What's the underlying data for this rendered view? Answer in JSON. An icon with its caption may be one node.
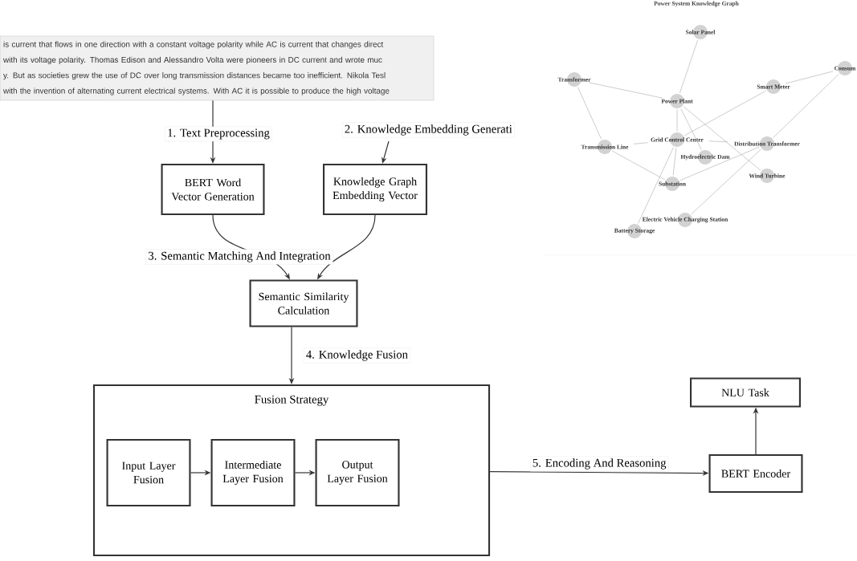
{
  "diagram": {
    "nodes": [
      {
        "text": [
          "is current that flows in one direction with a constant voltage polarity while AC is current that changes direct",
          "with its voltage polarity. Thomas Edison and Alessandro Volta were pioneers in DC current and wrote muc",
          "y. But as societies grew the use of DC over long transmission distances became too inefficient. Nikola Tesl",
          "with the invention of alternating current electrical systems. With AC it is possible to produce the high voltage"
        ]
      },
      {
        "text": [
          "BERT Word Vector Generation"
        ]
      },
      {
        "text": [
          "Knowledge Graph Embedding Vector"
        ]
      },
      {
        "text": [
          "Semantic Similarity Calculation"
        ]
      },
      {
        "text": [
          "Fusion Strategy"
        ]
      },
      {
        "text": [
          "Input Layer Fusion"
        ],
        "in": 4
      },
      {
        "text": [
          "Intermediate Layer Fusion"
        ],
        "in": 4
      },
      {
        "text": [
          "Output Layer Fusion"
        ],
        "in": 4
      },
      {
        "text": [
          "BERT Encoder"
        ]
      },
      {
        "text": [
          "NLU Task"
        ]
      },
      {
        "text": [
          "Solar Panel"
        ]
      },
      {
        "text": [
          "Transformer"
        ]
      },
      {
        "text": [
          "Power Plant"
        ]
      },
      {
        "text": [
          "Smart Meter"
        ]
      },
      {
        "text": [
          "Consum"
        ]
      },
      {
        "text": [
          "Transmission Line"
        ]
      },
      {
        "text": [
          "Grid Control Center"
        ]
      },
      {
        "text": [
          "Distribution Transformer"
        ]
      },
      {
        "text": [
          "Hydroelectric Dam"
        ]
      },
      {
        "text": [
          "Substation"
        ]
      },
      {
        "text": [
          "Wind Turbine"
        ]
      },
      {
        "text": [
          "Electric Vehicle Charging Station"
        ]
      },
      {
        "text": [
          "Battery Storage"
        ]
      }
    ],
    "edges": [
      {
        "from": 0,
        "to": 1,
        "arrow": "to",
        "label": "1. Text Preprocessing",
        "color": "#333333"
      },
      {
        "from": null,
        "to": 2,
        "arrow": "to",
        "label": "2. Knowledge Embedding Generati",
        "color": "#333333"
      },
      {
        "from": 1,
        "to": 3,
        "arrow": "to",
        "label": "3. Semantic Matching And Integration",
        "color": "#333333"
      },
      {
        "from": 2,
        "to": 3,
        "arrow": "to",
        "color": "#333333"
      },
      {
        "from": 3,
        "to": 4,
        "arrow": "to",
        "label": "4. Knowledge Fusion",
        "color": "#333333"
      },
      {
        "from": 5,
        "to": 6,
        "arrow": "to",
        "color": "#333333"
      },
      {
        "from": 6,
        "to": 7,
        "arrow": "to",
        "color": "#333333"
      },
      {
        "from": 4,
        "to": 8,
        "arrow": "to",
        "label": "5. Encoding And Reasoning",
        "color": "#333333"
      },
      {
        "from": 8,
        "to": 9,
        "arrow": "to",
        "color": "#333333"
      },
      {
        "from": 10,
        "to": 12,
        "arrow": "none"
      },
      {
        "from": 11,
        "to": 12,
        "arrow": "none"
      },
      {
        "from": 11,
        "to": 15,
        "arrow": "none"
      },
      {
        "from": 13,
        "to": 14,
        "arrow": "none"
      },
      {
        "from": 16,
        "to": 13,
        "arrow": "none"
      },
      {
        "from": 14,
        "to": 17,
        "arrow": "none"
      },
      {
        "from": 12,
        "to": 16,
        "arrow": "none"
      },
      {
        "from": 12,
        "to": 18,
        "arrow": "none"
      },
      {
        "from": 12,
        "to": 20,
        "arrow": "none"
      },
      {
        "from": 15,
        "to": 16,
        "arrow": "none"
      },
      {
        "from": 16,
        "to": 17,
        "arrow": "none"
      },
      {
        "from": 15,
        "to": 19,
        "arrow": "none"
      },
      {
        "from": 16,
        "to": 19,
        "arrow": "none"
      },
      {
        "from": 16,
        "to": 22,
        "arrow": "none"
      },
      {
        "from": 19,
        "to": 17,
        "arrow": "none"
      },
      {
        "from": 17,
        "to": 21,
        "arrow": "none"
      }
    ],
    "labels": [
      "Power System Knowledge Graph"
    ]
  }
}
